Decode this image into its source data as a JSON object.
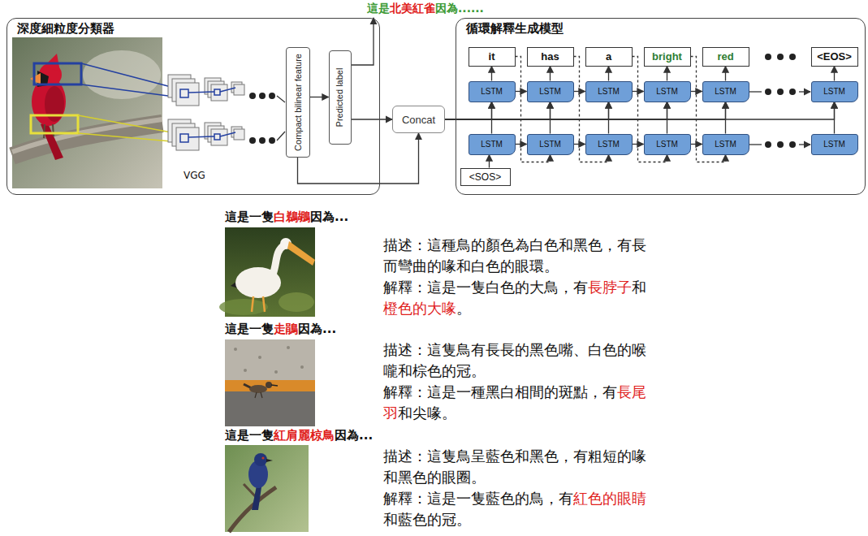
{
  "diagram": {
    "nodes": [
      {
        "text": [
          "深度細粒度分類器"
        ]
      },
      {
        "text": [
          "Compact bilinear feature"
        ],
        "in": 0
      },
      {
        "text": [
          "Predicted label"
        ],
        "in": 0
      },
      {
        "text": [
          "Concat"
        ]
      },
      {
        "text": [
          "循環解釋生成模型"
        ]
      },
      {
        "text": [
          "it"
        ],
        "in": 4
      },
      {
        "text": [
          "has"
        ],
        "in": 4
      },
      {
        "text": [
          "a"
        ],
        "in": 4
      },
      {
        "text": [
          "bright"
        ],
        "in": 4
      },
      {
        "text": [
          "red"
        ],
        "in": 4
      },
      {
        "text": [
          "<EOS>"
        ],
        "in": 4
      },
      {
        "text": [
          "LSTM"
        ],
        "in": 4
      },
      {
        "text": [
          "LSTM"
        ],
        "in": 4
      },
      {
        "text": [
          "LSTM"
        ],
        "in": 4
      },
      {
        "text": [
          "LSTM"
        ],
        "in": 4
      },
      {
        "text": [
          "LSTM"
        ],
        "in": 4
      },
      {
        "text": [
          "LSTM"
        ],
        "in": 4
      },
      {
        "text": [
          "LSTM"
        ],
        "in": 4
      },
      {
        "text": [
          "LSTM"
        ],
        "in": 4
      },
      {
        "text": [
          "LSTM"
        ],
        "in": 4
      },
      {
        "text": [
          "LSTM"
        ],
        "in": 4
      },
      {
        "text": [
          "LSTM"
        ],
        "in": 4
      },
      {
        "text": [
          "LSTM"
        ],
        "in": 4
      },
      {
        "text": [
          "<SOS>"
        ],
        "in": 4
      }
    ],
    "edges": [
      {
        "from": 1,
        "to": 2,
        "arrow": "to"
      },
      {
        "from": 2,
        "to": 3,
        "arrow": "to"
      },
      {
        "from": 1,
        "to": 3,
        "arrow": "to"
      },
      {
        "from": 3,
        "to": 11,
        "arrow": "to"
      },
      {
        "from": 3,
        "to": 12,
        "arrow": "to"
      },
      {
        "from": 3,
        "to": 13,
        "arrow": "to"
      },
      {
        "from": 3,
        "to": 14,
        "arrow": "to"
      },
      {
        "from": 3,
        "to": 15,
        "arrow": "to"
      },
      {
        "from": 3,
        "to": 16,
        "arrow": "to"
      },
      {
        "from": 17,
        "to": 11,
        "arrow": "to"
      },
      {
        "from": 18,
        "to": 12,
        "arrow": "to"
      },
      {
        "from": 19,
        "to": 13,
        "arrow": "to"
      },
      {
        "from": 20,
        "to": 14,
        "arrow": "to"
      },
      {
        "from": 21,
        "to": 15,
        "arrow": "to"
      },
      {
        "from": 22,
        "to": 16,
        "arrow": "to"
      },
      {
        "from": 11,
        "to": 5,
        "arrow": "to"
      },
      {
        "from": 12,
        "to": 6,
        "arrow": "to"
      },
      {
        "from": 13,
        "to": 7,
        "arrow": "to"
      },
      {
        "from": 14,
        "to": 8,
        "arrow": "to"
      },
      {
        "from": 15,
        "to": 9,
        "arrow": "to"
      },
      {
        "from": 16,
        "to": 10,
        "arrow": "to"
      },
      {
        "from": 11,
        "to": 12,
        "arrow": "to"
      },
      {
        "from": 12,
        "to": 13,
        "arrow": "to"
      },
      {
        "from": 13,
        "to": 14,
        "arrow": "to"
      },
      {
        "from": 14,
        "to": 15,
        "arrow": "to"
      },
      {
        "from": 17,
        "to": 18,
        "arrow": "to"
      },
      {
        "from": 18,
        "to": 19,
        "arrow": "to"
      },
      {
        "from": 19,
        "to": 20,
        "arrow": "to"
      },
      {
        "from": 20,
        "to": 21,
        "arrow": "to"
      },
      {
        "from": 5,
        "to": 18,
        "arrow": "to"
      },
      {
        "from": 6,
        "to": 19,
        "arrow": "to"
      },
      {
        "from": 7,
        "to": 20,
        "arrow": "to"
      },
      {
        "from": 8,
        "to": 21,
        "arrow": "to"
      },
      {
        "from": 23,
        "to": 17,
        "arrow": "to"
      }
    ],
    "labels": [
      "這是",
      "北美紅雀",
      "因為......",
      "VGG",
      "這是一隻",
      "白鵜鶘",
      "因為...",
      "描述：這種鳥的顏色為白色和黑色，有長而彎曲的喙和白色的眼環。",
      "解釋：這是一隻白色的大鳥，有",
      "長脖子",
      "和",
      "橙色的大喙",
      "。",
      "這是一隻",
      "走鵑",
      "因為...",
      "描述：這隻鳥有長長的黑色嘴、白色的喉嚨和棕色的冠。",
      "解釋：這是一種黑白相間的斑點，有",
      "長尾羽",
      "和尖喙。",
      "這是一隻",
      "紅肩麗椋鳥",
      "因為...",
      "描述：這隻鳥呈藍色和黑色，有粗短的喙和黑色的眼圈。",
      "解釋：這是一隻藍色的鳥，有",
      "紅色的眼睛",
      "和藍色的冠。"
    ]
  }
}
